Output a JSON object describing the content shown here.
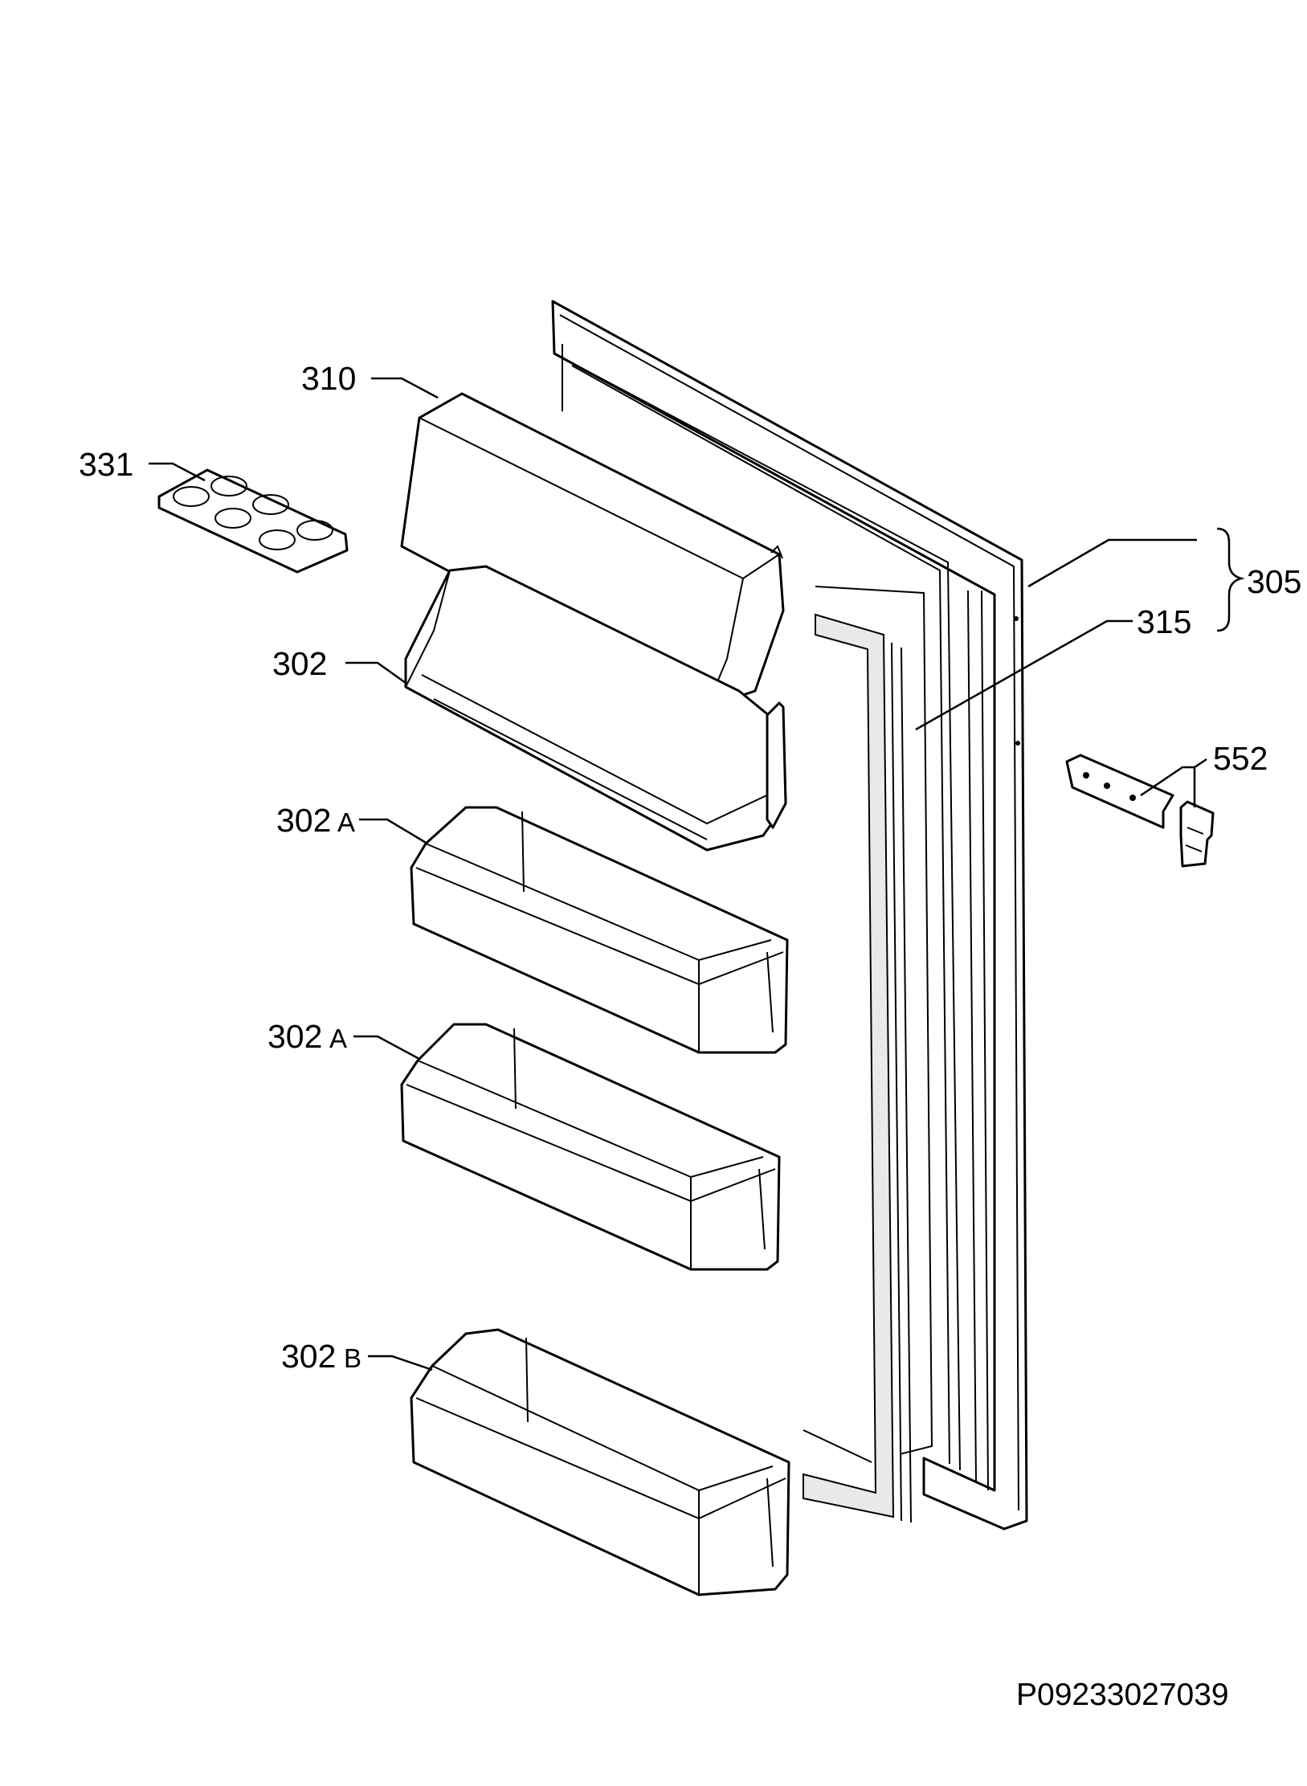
{
  "colors": {
    "line": "#000000",
    "background": "#ffffff",
    "gasket_fill": "#e9e9e9"
  },
  "labels": {
    "p310": "310",
    "p331": "331",
    "p302": "302",
    "p302a_1_num": "302",
    "p302a_1_suf": "A",
    "p302a_2_num": "302",
    "p302a_2_suf": "A",
    "p302b_num": "302",
    "p302b_suf": "B",
    "p305": "305",
    "p315": "315",
    "p552": "552"
  },
  "drawing_code": "P09233027039"
}
